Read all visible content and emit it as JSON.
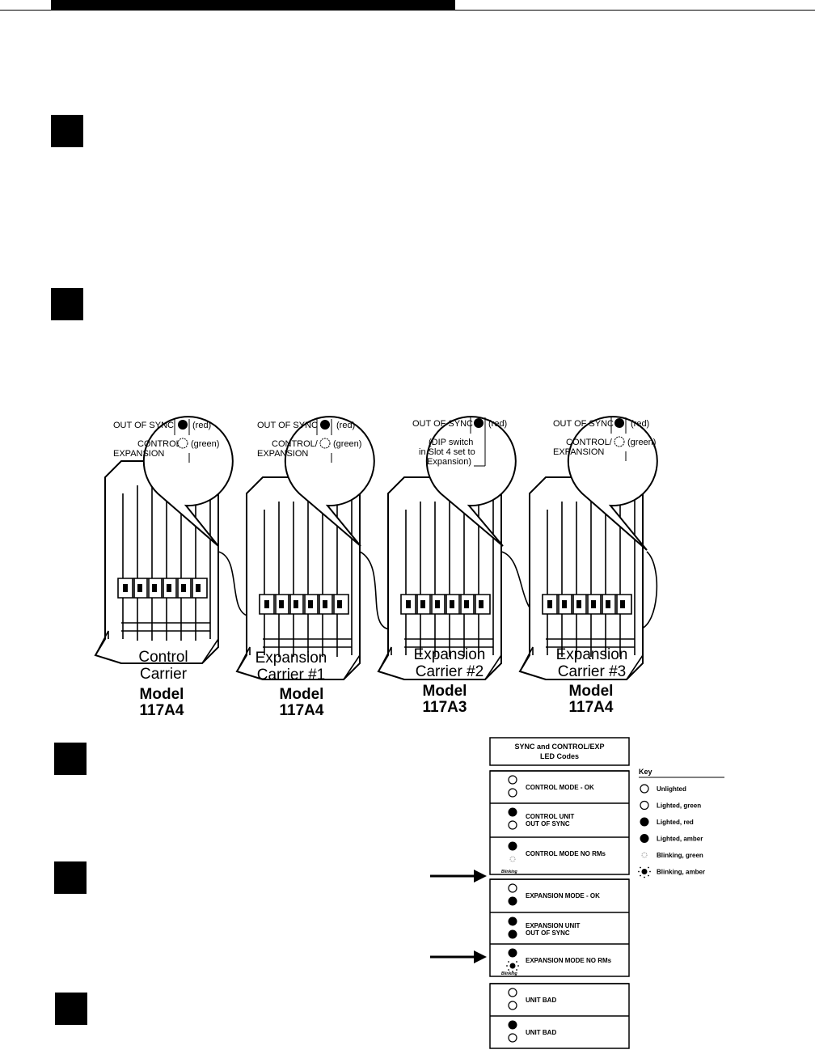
{
  "callouts": {
    "out_of_sync": "OUT OF SYNC",
    "red": "(red)",
    "green": "(green)",
    "control": "CONTROL/",
    "expansion": "EXPANSION",
    "dip_line1": "(DIP switch",
    "dip_line2": "in Slot 4 set to",
    "dip_line3": "Expansion)"
  },
  "carriers": [
    {
      "name1": "Control",
      "name2": "Carrier",
      "model_label": "Model",
      "model": "117A4"
    },
    {
      "name1": "Expansion",
      "name2": "Carrier #1",
      "model_label": "Model",
      "model": "117A4"
    },
    {
      "name1": "Expansion",
      "name2": "Carrier #2",
      "model_label": "Model",
      "model": "117A3"
    },
    {
      "name1": "Expansion",
      "name2": "Carrier #3",
      "model_label": "Model",
      "model": "117A4"
    }
  ],
  "led_table": {
    "title1": "SYNC and CONTROL/EXP",
    "title2": "LED Codes",
    "blinking": "Blinking",
    "rows": [
      {
        "line1": "CONTROL MODE  -  OK",
        "line2": "",
        "top": "unlit",
        "bottom": "unlit"
      },
      {
        "line1": "CONTROL UNIT",
        "line2": "OUT OF SYNC",
        "top": "red",
        "bottom": "unlit"
      },
      {
        "line1": "CONTROL MODE NO RMs",
        "line2": "",
        "top": "red",
        "bottom": "blink-green"
      },
      {
        "line1": "EXPANSION MODE  -  OK",
        "line2": "",
        "top": "unlit",
        "bottom": "amber"
      },
      {
        "line1": "EXPANSION UNIT",
        "line2": "OUT OF SYNC",
        "top": "red",
        "bottom": "amber"
      },
      {
        "line1": "EXPANSION MODE NO RMs",
        "line2": "",
        "top": "red",
        "bottom": "blink-amber"
      },
      {
        "line1": "UNIT BAD",
        "line2": "",
        "top": "unlit",
        "bottom": "unlit"
      },
      {
        "line1": "UNIT BAD",
        "line2": "",
        "top": "red",
        "bottom": "unlit"
      }
    ]
  },
  "key": {
    "title": "Key",
    "items": [
      {
        "type": "unlit",
        "label": "Unlighted"
      },
      {
        "type": "green",
        "label": "Lighted, green"
      },
      {
        "type": "red",
        "label": "Lighted, red"
      },
      {
        "type": "amber",
        "label": "Lighted, amber"
      },
      {
        "type": "blink-green",
        "label": "Blinking, green"
      },
      {
        "type": "blink-amber",
        "label": "Blinking, amber"
      }
    ]
  }
}
